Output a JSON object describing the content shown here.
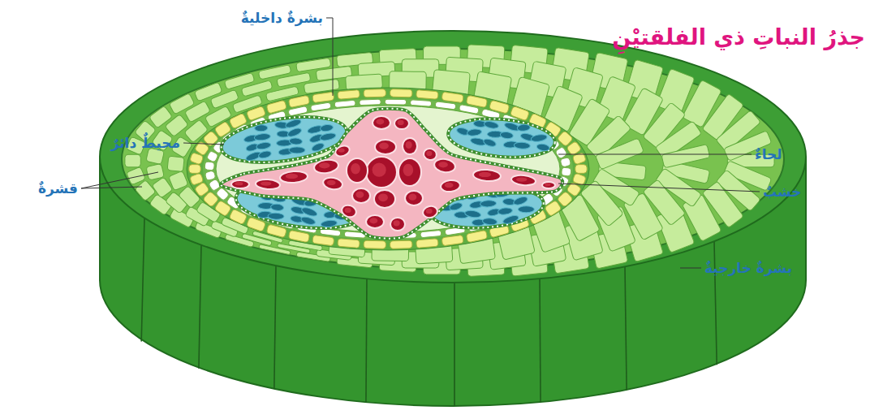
{
  "diagram": {
    "title": "جذرُ النباتِ ذي الفلقتيْنِ",
    "labels": [
      "بشرةٌ داخليةٌ",
      "محيطٌ دائرٌ",
      "قشرةٌ",
      "لحاءٌ",
      "خشبٌ",
      "بشرةٌ خارجيةٌ"
    ]
  }
}
